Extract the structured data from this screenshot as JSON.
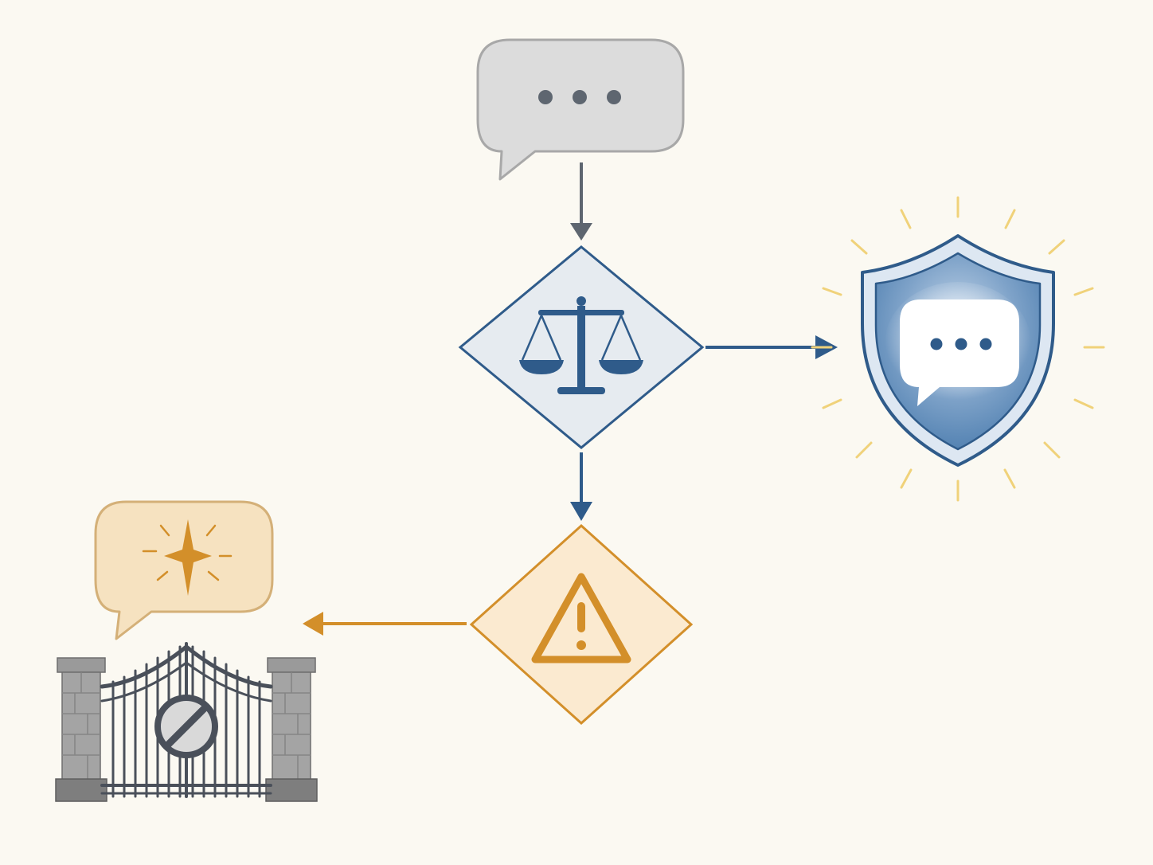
{
  "colors": {
    "background": "#fbf9f2",
    "neutral_gray": "#5e6670",
    "bubble_gray_fill": "#dcdcdc",
    "bubble_gray_stroke": "#a8a8a8",
    "evaluate_blue": "#2f5b8a",
    "evaluate_fill": "#e6ebf0",
    "safe_blue": "#4f7fb0",
    "glow_yellow": "#f0d27a",
    "warning_orange": "#d38f2a",
    "warning_fill": "#fbead0",
    "gate_iron": "#4a505a",
    "stone_gray": "#9a9a9a"
  },
  "diagram": {
    "nodes": [
      {
        "id": "incoming-message",
        "shape": "speech-bubble",
        "icon": "ellipsis-icon"
      },
      {
        "id": "evaluation-decision",
        "shape": "diamond",
        "icon": "scales-icon"
      },
      {
        "id": "safe-outcome",
        "shape": "shield",
        "icon": "speech-bubble-ellipsis-icon"
      },
      {
        "id": "warning-decision",
        "shape": "diamond",
        "icon": "warning-triangle-icon"
      },
      {
        "id": "blocked-outcome",
        "shape": "gate",
        "icon": "no-entry-icon"
      },
      {
        "id": "flagged-message",
        "shape": "speech-bubble",
        "icon": "sparkle-icon"
      }
    ],
    "edges": [
      {
        "from": "incoming-message",
        "to": "evaluation-decision"
      },
      {
        "from": "evaluation-decision",
        "to": "safe-outcome"
      },
      {
        "from": "evaluation-decision",
        "to": "warning-decision"
      },
      {
        "from": "warning-decision",
        "to": "blocked-outcome"
      }
    ]
  }
}
